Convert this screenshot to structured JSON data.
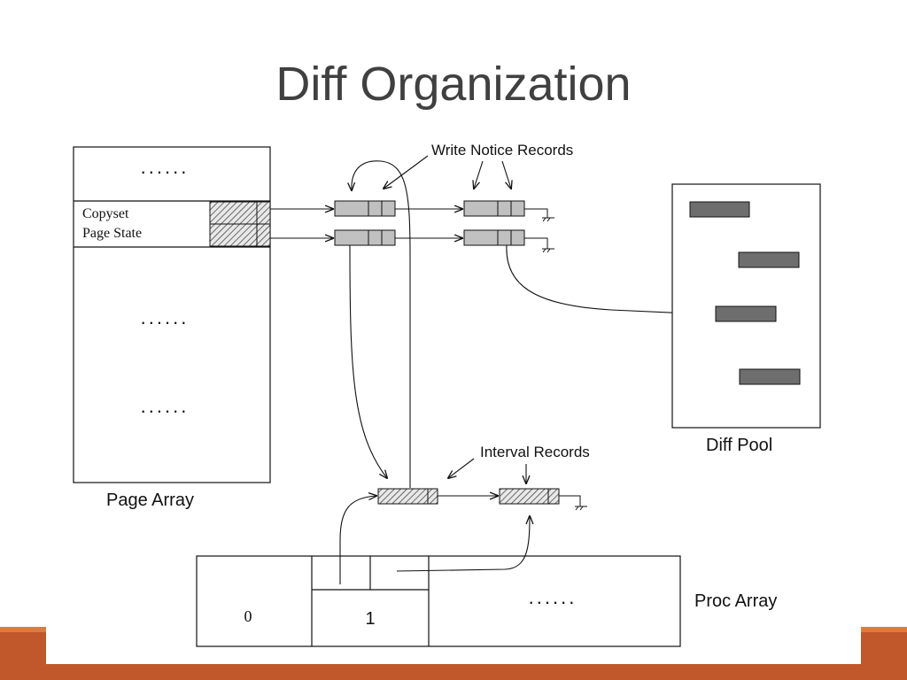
{
  "slide": {
    "title": "Diff Organization",
    "accent_color": "#C0582B",
    "accent_light": "#E07B39"
  },
  "diagram": {
    "page_array": {
      "label": "Page Array",
      "dots_top": "......",
      "dots_mid1": "......",
      "dots_mid2": "......",
      "copyset_label": "Copyset",
      "page_state_label": "Page State"
    },
    "write_notice_label": "Write Notice Records",
    "interval_label": "Interval Records",
    "diff_pool_label": "Diff Pool",
    "proc_array": {
      "label": "Proc Array",
      "cell0": "0",
      "cell1": "1",
      "dots": "......"
    },
    "colors": {
      "record_fill": "#c0c0c0",
      "diff_fill": "#6e6e6e",
      "line": "#111111"
    }
  }
}
